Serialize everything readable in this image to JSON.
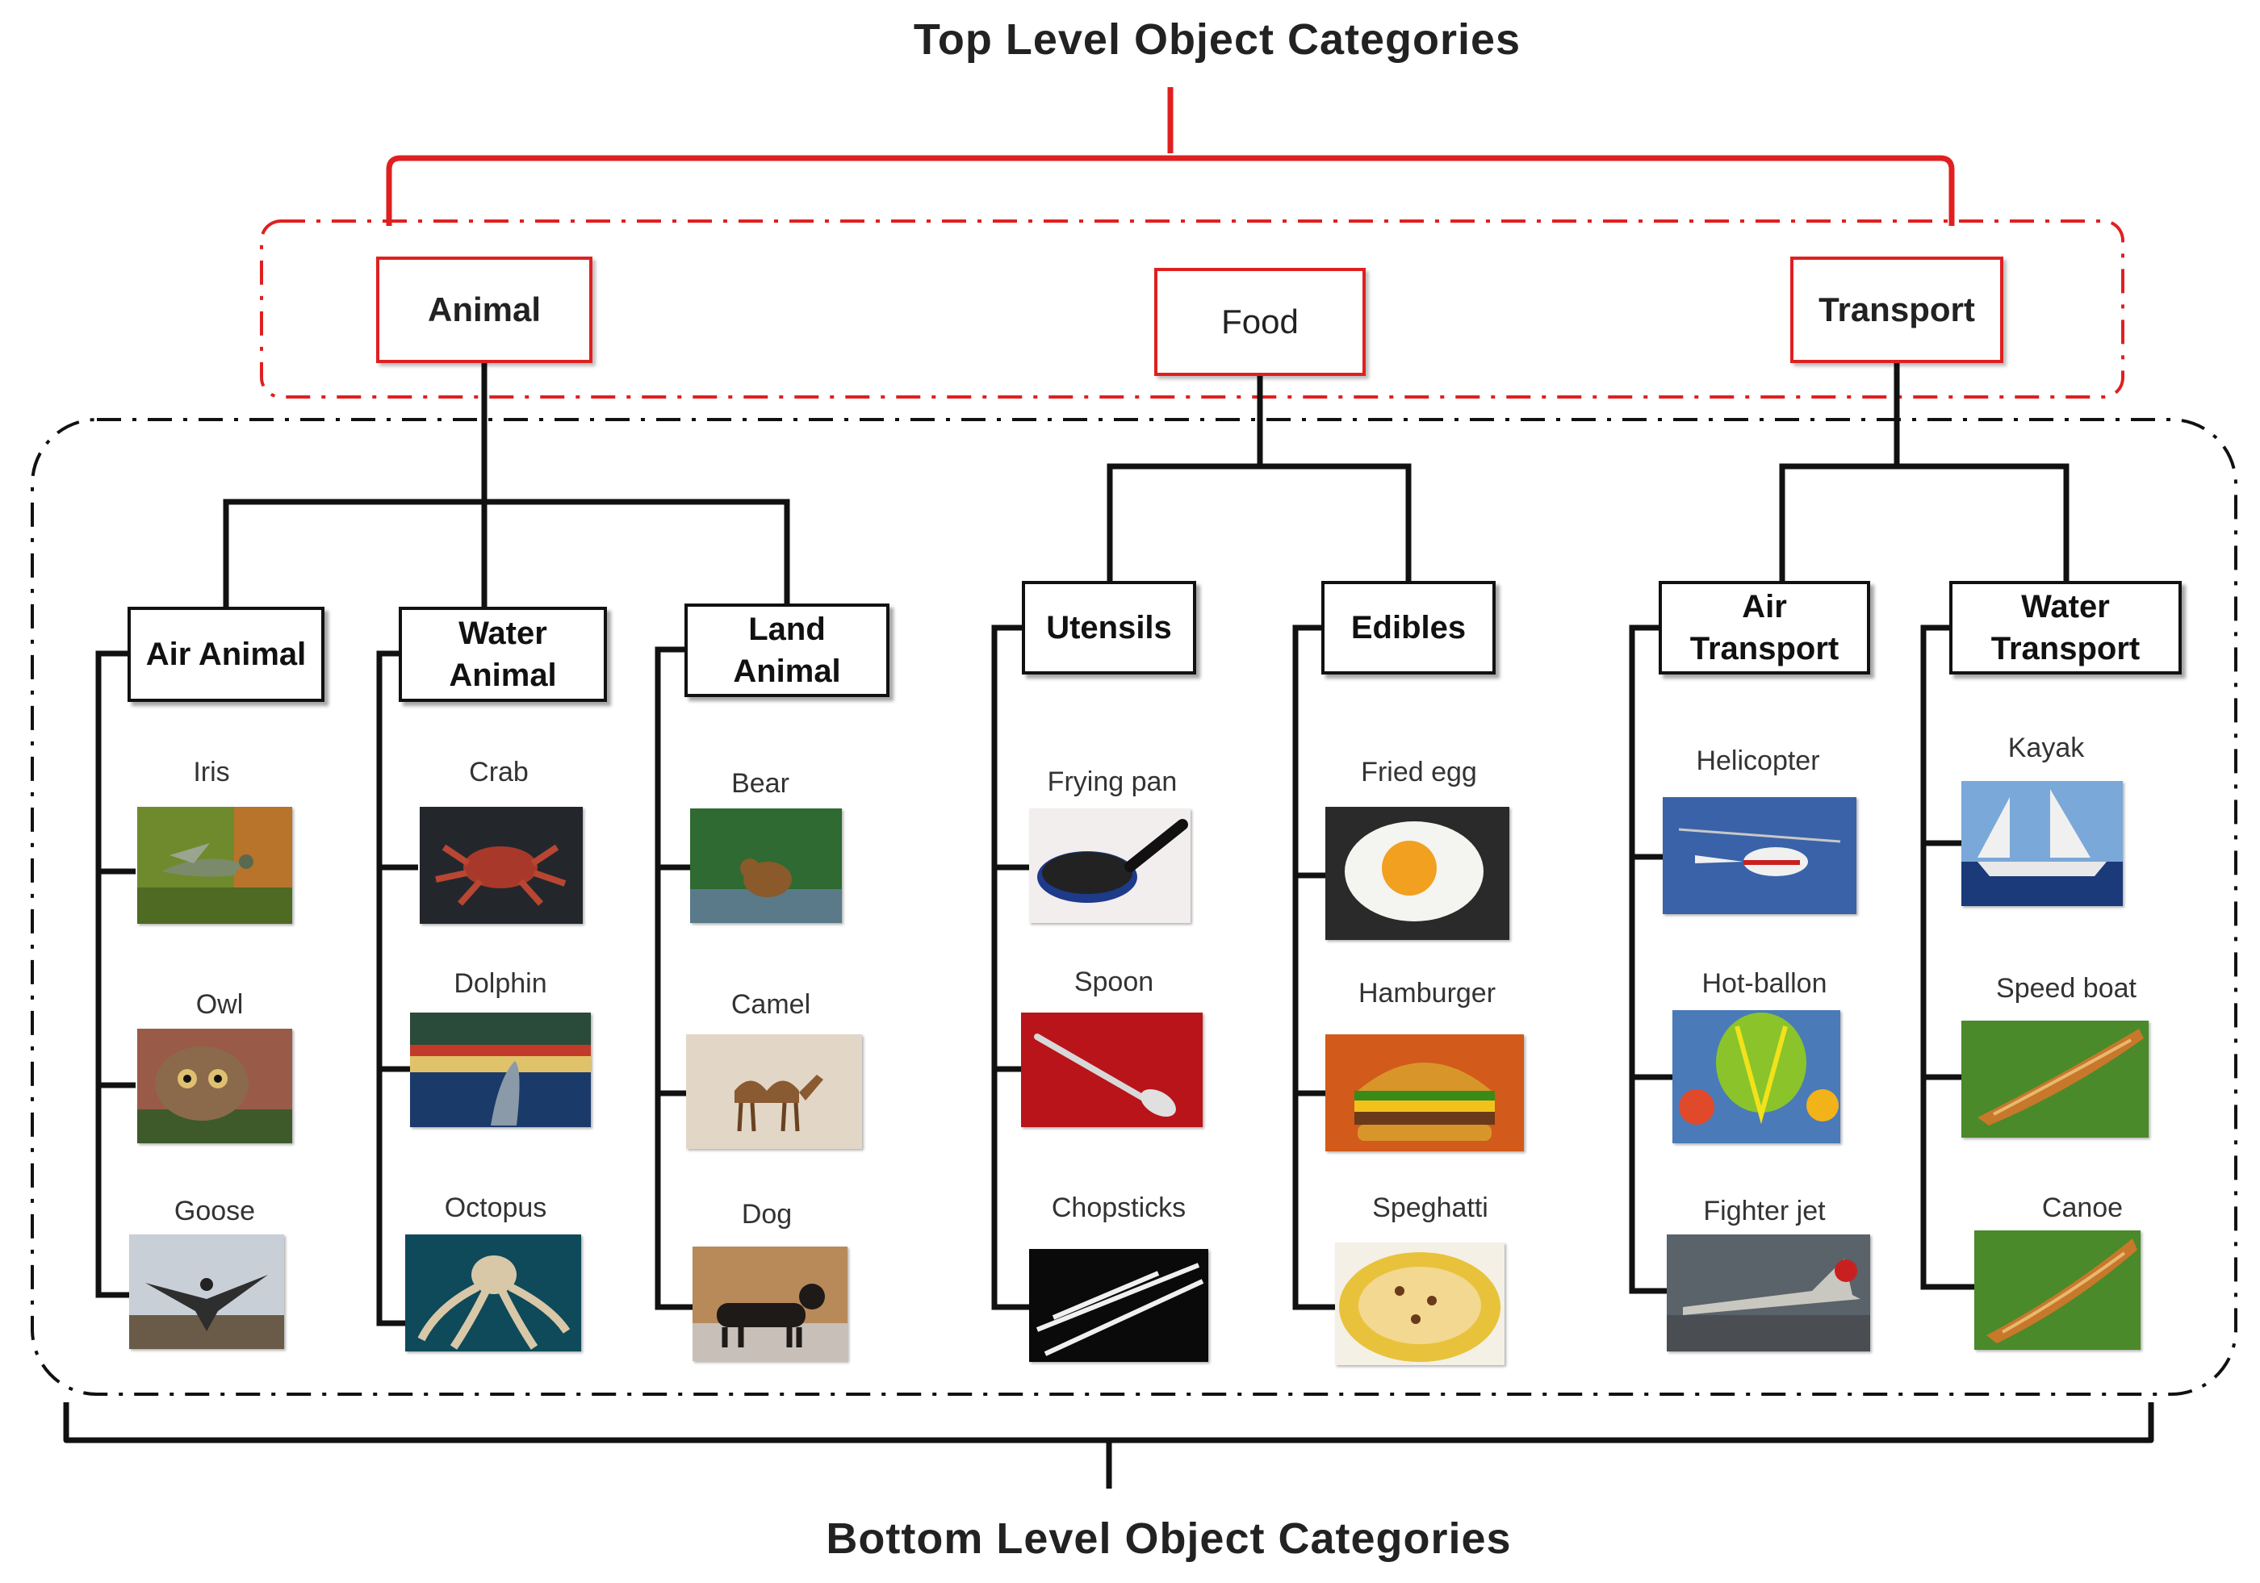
{
  "top_title": "Top Level Object Categories",
  "bottom_title": "Bottom Level Object Categories",
  "top_categories": {
    "animal": "Animal",
    "food": "Food",
    "transport": "Transport"
  },
  "sub_categories": {
    "air_animal": "Air Animal",
    "water_animal": "Water\nAnimal",
    "land_animal": "Land\nAnimal",
    "utensils": "Utensils",
    "edibles": "Edibles",
    "air_transport": "Air\nTransport",
    "water_transport": "Water\nTransport"
  },
  "items": {
    "iris": "Iris",
    "owl": "Owl",
    "goose": "Goose",
    "crab": "Crab",
    "dolphin": "Dolphin",
    "octopus": "Octopus",
    "bear": "Bear",
    "camel": "Camel",
    "dog": "Dog",
    "frying_pan": "Frying pan",
    "spoon": "Spoon",
    "chopsticks": "Chopsticks",
    "fried_egg": "Fried egg",
    "hamburger": "Hamburger",
    "speghatti": "Speghatti",
    "helicopter": "Helicopter",
    "hot_ballon": "Hot-ballon",
    "fighter_jet": "Fighter jet",
    "kayak": "Kayak",
    "speed_boat": "Speed boat",
    "canoe": "Canoe"
  },
  "colors": {
    "top_level": "#e02020",
    "tree": "#111111"
  }
}
